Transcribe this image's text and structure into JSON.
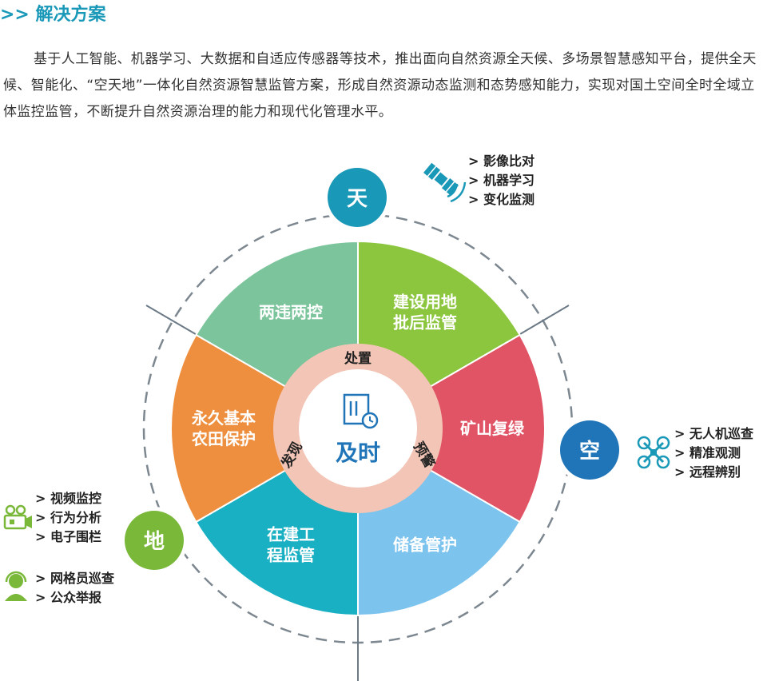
{
  "title": ">> 解决方案",
  "paragraph": "基于人工智能、机器学习、大数据和自适应传感器等技术，推出面向自然资源全天候、多场景智慧感知平台，提供全天候、智能化、“空天地”一体化自然资源智慧监管方案，形成自然资源动态监测和态势感知能力，实现对国土空间全时全域立体监控监管，不断提升自然资源治理的能力和现代化管理水平。",
  "center": {
    "label": "及时",
    "ring": [
      "处置",
      "预警",
      "发现"
    ]
  },
  "segments": [
    {
      "label": [
        "两违两控"
      ],
      "color": "#7cc59c"
    },
    {
      "label": [
        "建设用地",
        "批后监管"
      ],
      "color": "#8cc63f"
    },
    {
      "label": [
        "矿山复绿"
      ],
      "color": "#e05466"
    },
    {
      "label": [
        "储备管护"
      ],
      "color": "#7cc3ee"
    },
    {
      "label": [
        "在建工",
        "程监管"
      ],
      "color": "#1ab0c3"
    },
    {
      "label": [
        "永久基本",
        "农田保护"
      ],
      "color": "#ee8f3f"
    }
  ],
  "nodes": {
    "tian": {
      "label": "天",
      "color": "#1a98b8",
      "items": [
        "> 影像比对",
        "> 机器学习",
        "> 变化监测"
      ]
    },
    "kong": {
      "label": "空",
      "color": "#1f75b8",
      "items": [
        "> 无人机巡查",
        "> 精准观测",
        "> 远程辨别"
      ]
    },
    "di": {
      "label": "地",
      "color": "#7ab83a",
      "items_a": [
        "> 视频监控",
        "> 行为分析",
        "> 电子围栏"
      ],
      "items_b": [
        "> 网格员巡查",
        "> 公众举报"
      ]
    }
  },
  "colors": {
    "accent": "#1a98b8",
    "ring": "#f3c5b6",
    "line": "#6b7a86"
  }
}
